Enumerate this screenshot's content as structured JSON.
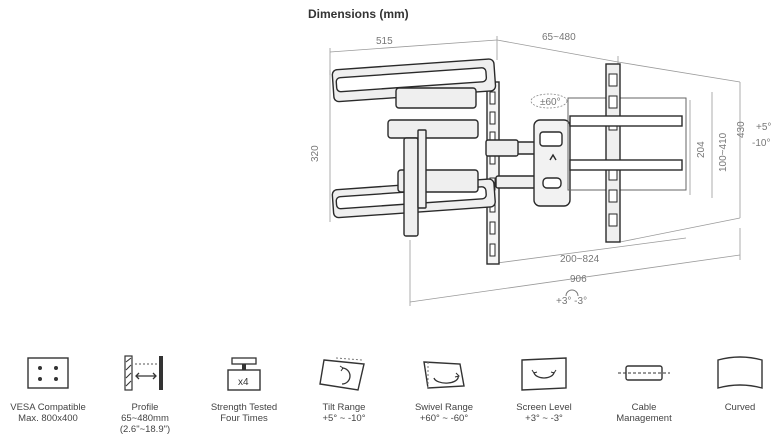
{
  "title": "Dimensions (mm)",
  "dimensions": {
    "width_arm": "515",
    "profile": "65~480",
    "height_left": "320",
    "vesa_v": "100~410",
    "plate_h": "204",
    "total_h": "430",
    "tilt_up": "+5°",
    "tilt_down": "-10°",
    "swivel": "±60°",
    "vesa_h": "200~824",
    "total_w": "906",
    "level": "+3°  -3°"
  },
  "features": [
    {
      "icon": "vesa-icon",
      "lines": [
        "VESA Compatible",
        "Max. 800x400"
      ]
    },
    {
      "icon": "profile-icon",
      "lines": [
        "Profile",
        "65~480mm",
        "(2.6\"~18.9\")"
      ]
    },
    {
      "icon": "weight-icon",
      "badge": "x4",
      "lines": [
        "Strength Tested",
        "Four Times"
      ]
    },
    {
      "icon": "tilt-icon",
      "lines": [
        "Tilt Range",
        "+5° ~ -10°"
      ]
    },
    {
      "icon": "swivel-icon",
      "lines": [
        "Swivel Range",
        "+60° ~ -60°"
      ]
    },
    {
      "icon": "level-icon",
      "lines": [
        "Screen Level",
        "+3° ~ -3°"
      ]
    },
    {
      "icon": "cable-icon",
      "lines": [
        "Cable",
        "Management"
      ]
    },
    {
      "icon": "curved-icon",
      "lines": [
        "Curved"
      ]
    }
  ]
}
